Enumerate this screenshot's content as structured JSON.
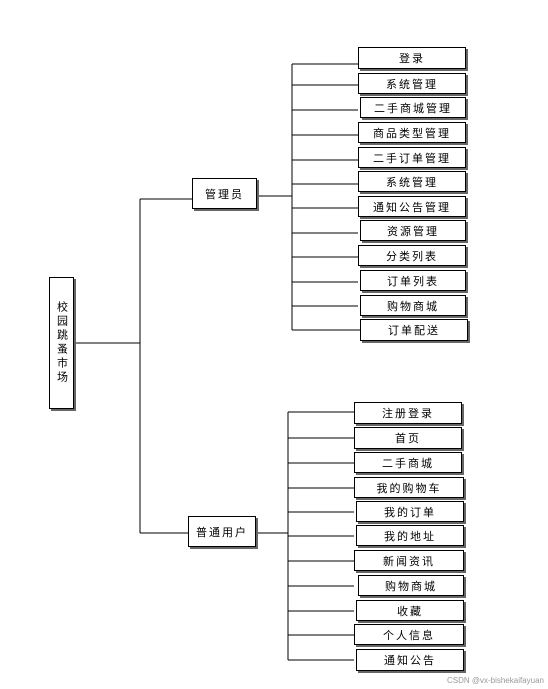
{
  "root": {
    "label": "校园跳蚤市场"
  },
  "admin": {
    "label": "管理员",
    "items": [
      "登录",
      "系统管理",
      "二手商城管理",
      "商品类型管理",
      "二手订单管理",
      "系统管理",
      "通知公告管理",
      "资源管理",
      "分类列表",
      "订单列表",
      "购物商城",
      "订单配送"
    ]
  },
  "user": {
    "label": "普通用户",
    "items": [
      "注册登录",
      "首页",
      "二手商城",
      "我的购物车",
      "我的订单",
      "我的地址",
      "新闻资讯",
      "购物商城",
      "收藏",
      "个人信息",
      "通知公告"
    ]
  },
  "footer": {
    "text": "CSDN @vx-bishekaifayuan"
  }
}
